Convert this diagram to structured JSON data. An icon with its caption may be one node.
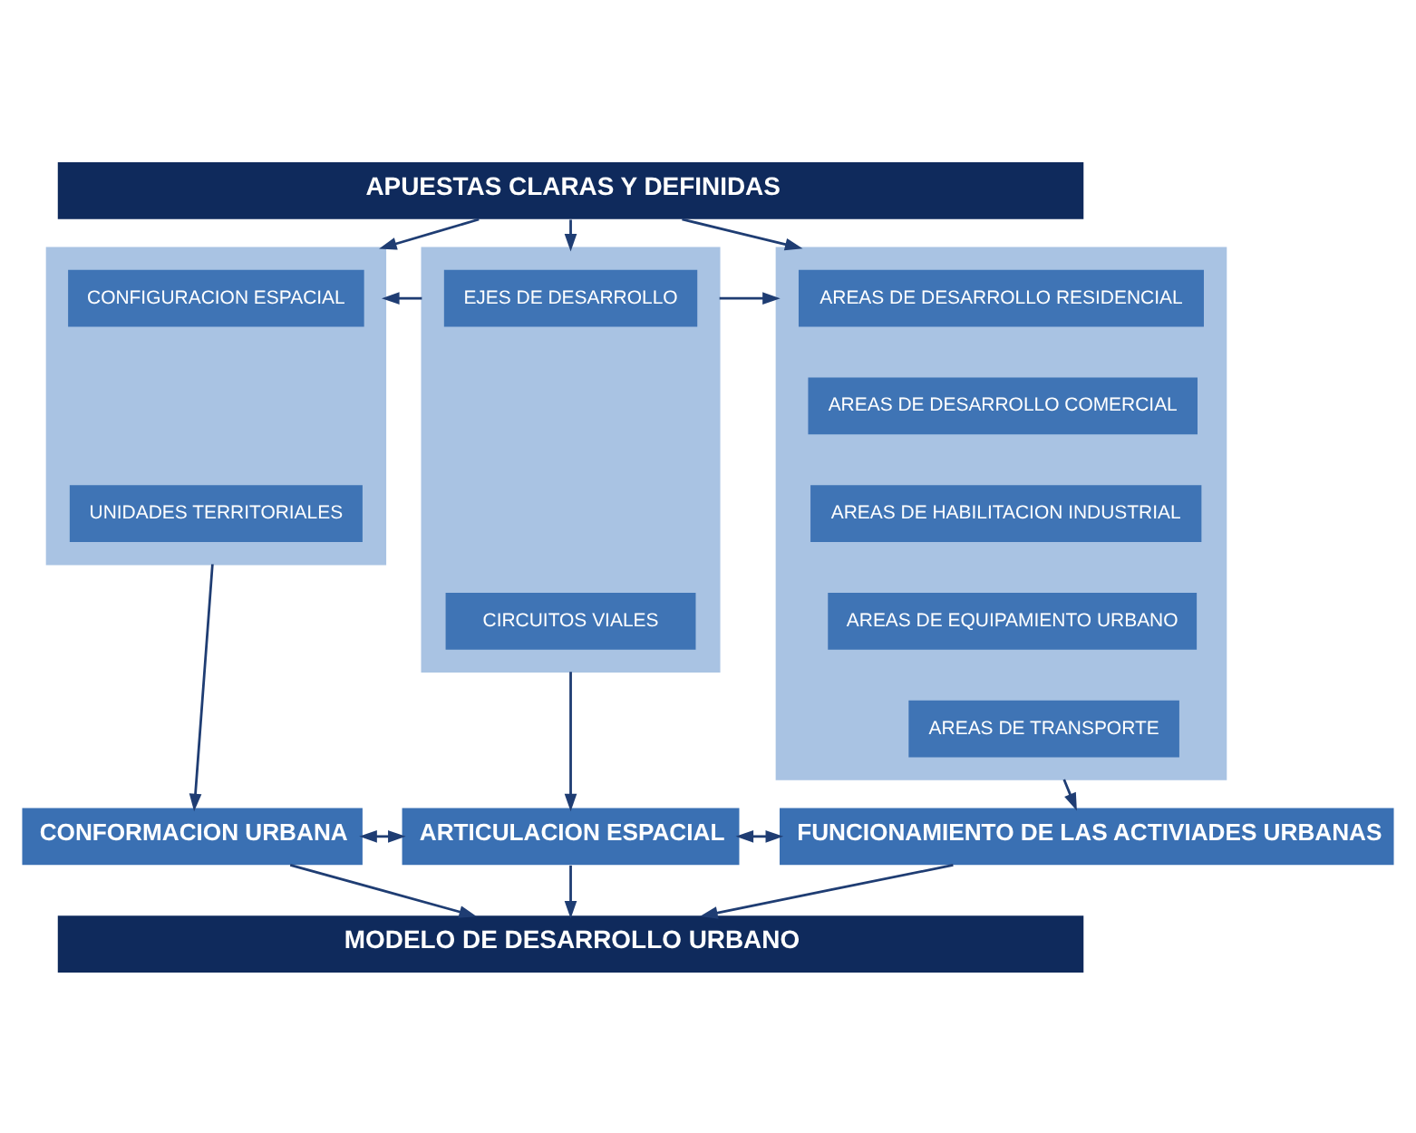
{
  "diagram": {
    "nodes": [
      {
        "text": [
          "APUESTAS CLARAS Y DEFINIDAS"
        ]
      },
      {
        "text": [],
        "shape": "box"
      },
      {
        "text": [
          "CONFIGURACION ESPACIAL"
        ],
        "in": 1
      },
      {
        "text": [
          "UNIDADES TERRITORIALES"
        ],
        "in": 1
      },
      {
        "text": [],
        "shape": "box"
      },
      {
        "text": [
          "EJES DE DESARROLLO"
        ],
        "in": 4
      },
      {
        "text": [
          "CIRCUITOS VIALES"
        ],
        "in": 4
      },
      {
        "text": [],
        "shape": "box"
      },
      {
        "text": [
          "AREAS DE DESARROLLO RESIDENCIAL"
        ],
        "in": 7
      },
      {
        "text": [
          "AREAS DE DESARROLLO COMERCIAL"
        ],
        "in": 7
      },
      {
        "text": [
          "AREAS DE HABILITACION INDUSTRIAL"
        ],
        "in": 7
      },
      {
        "text": [
          "AREAS DE EQUIPAMIENTO URBANO"
        ],
        "in": 7
      },
      {
        "text": [
          "AREAS DE TRANSPORTE"
        ],
        "in": 7
      },
      {
        "text": [
          "CONFORMACION URBANA"
        ]
      },
      {
        "text": [
          "ARTICULACION ESPACIAL"
        ]
      },
      {
        "text": [
          "FUNCIONAMIENTO DE LAS ACTIVIADES URBANAS"
        ]
      },
      {
        "text": [
          "MODELO DE DESARROLLO URBANO"
        ]
      }
    ],
    "edges": [
      {
        "from": 0,
        "to": 1,
        "arrow": "to"
      },
      {
        "from": 0,
        "to": 4,
        "arrow": "to"
      },
      {
        "from": 0,
        "to": 7,
        "arrow": "to"
      },
      {
        "from": 4,
        "to": 1,
        "arrow": "to"
      },
      {
        "from": 4,
        "to": 7,
        "arrow": "to"
      },
      {
        "from": 1,
        "to": 13,
        "arrow": "to"
      },
      {
        "from": 4,
        "to": 14,
        "arrow": "to"
      },
      {
        "from": 7,
        "to": 15,
        "arrow": "to"
      },
      {
        "from": 13,
        "to": 14,
        "arrow": "both"
      },
      {
        "from": 14,
        "to": 15,
        "arrow": "both"
      },
      {
        "from": 13,
        "to": 16,
        "arrow": "to"
      },
      {
        "from": 14,
        "to": 16,
        "arrow": "to"
      },
      {
        "from": 15,
        "to": 16,
        "arrow": "to"
      }
    ]
  }
}
